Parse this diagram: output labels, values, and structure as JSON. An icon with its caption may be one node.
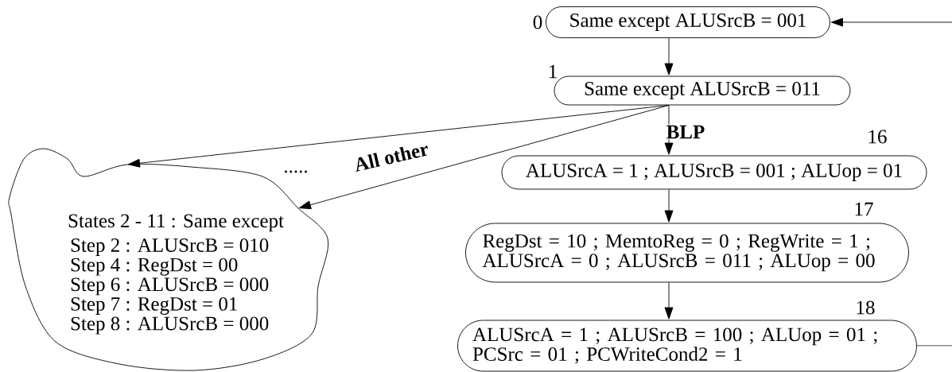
{
  "diagram": {
    "nodes": [
      {
        "text": [
          "Same except ALUSrcB = 001"
        ],
        "beside": [
          "0"
        ]
      },
      {
        "text": [
          "Same except ALUSrcB = 011"
        ],
        "beside": [
          "1"
        ]
      },
      {
        "text": [
          "States 2 - 11 : Same except",
          "Step 2 : ALUSrcB = 010",
          "Step 4 : RegDst = 00",
          "Step 6 : ALUSrcB = 000",
          "Step 7 : RegDst = 01",
          "Step 8 : ALUSrcB = 000"
        ]
      },
      {
        "text": [
          "ALUSrcA = 1 ; ALUSrcB = 001 ; ALUop = 01"
        ],
        "beside": [
          "16"
        ]
      },
      {
        "text": [
          "RegDst = 10 ; MemtoReg = 0 ; RegWrite = 1 ; ALUSrcA = 0 ; ALUSrcB = 011 ; ALUop = 00"
        ],
        "beside": [
          "17"
        ]
      },
      {
        "text": [
          "ALUSrcA = 1 ; ALUSrcB = 100 ; ALUop = 01 ; PCSrc = 01 ; PCWriteCond2 = 1"
        ],
        "beside": [
          "18"
        ]
      }
    ],
    "edges": [
      {
        "from": 0,
        "to": 1,
        "arrow": "to"
      },
      {
        "from": 1,
        "to": 2,
        "arrow": "to"
      },
      {
        "from": 1,
        "to": 2,
        "arrow": "to",
        "label": "All other"
      },
      {
        "from": 1,
        "to": 3,
        "arrow": "to",
        "label": "BLP"
      },
      {
        "from": 3,
        "to": 4,
        "arrow": "to"
      },
      {
        "from": 4,
        "to": 5,
        "arrow": "to"
      },
      {
        "from": null,
        "to": 0,
        "arrow": "to"
      },
      {
        "from": 5,
        "to": null,
        "arrow": "none"
      }
    ],
    "labels": [
      "....."
    ]
  }
}
